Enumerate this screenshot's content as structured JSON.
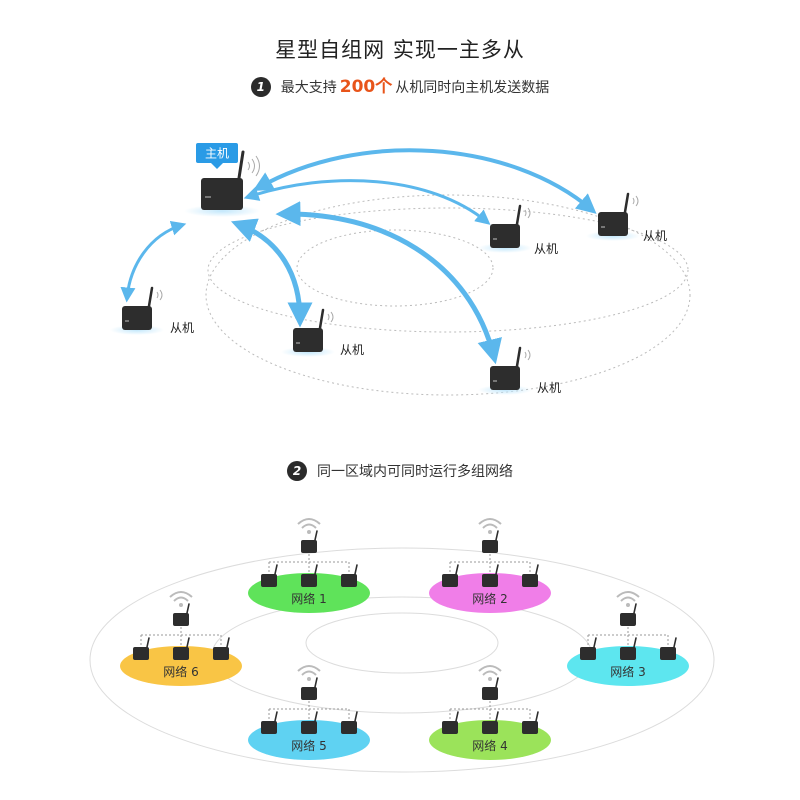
{
  "header": {
    "title": "星型自组网  实现一主多从"
  },
  "step1": {
    "number": "1",
    "prefix": "最大支持",
    "highlight": "200个",
    "suffix": "从机同时向主机发送数据"
  },
  "step2": {
    "number": "2",
    "text": "同一区域内可同时运行多组网络"
  },
  "star": {
    "master_label": "主机",
    "slave_label": "从机"
  },
  "networks": [
    {
      "label": "网络 1",
      "color": "#5fe35a"
    },
    {
      "label": "网络 2",
      "color": "#f07ee8"
    },
    {
      "label": "网络 3",
      "color": "#5de6ef"
    },
    {
      "label": "网络 4",
      "color": "#9be35a"
    },
    {
      "label": "网络 5",
      "color": "#5fd2f2"
    },
    {
      "label": "网络 6",
      "color": "#f9c545"
    }
  ],
  "colors": {
    "accent": "#e8541a",
    "arrow": "#5bb7ec",
    "master_badge": "#2a9be6",
    "device": "#2d2d2d"
  }
}
